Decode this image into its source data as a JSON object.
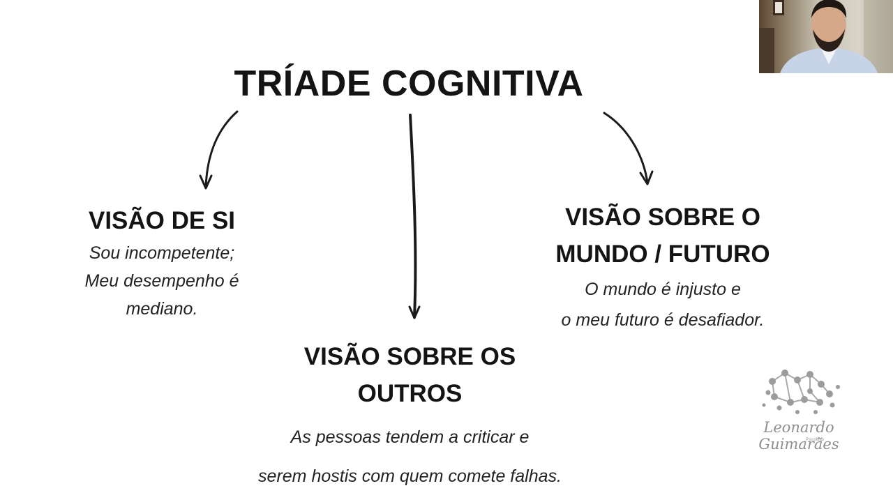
{
  "slide": {
    "title": "TRÍADE COGNITIVA",
    "nodes": {
      "self": {
        "heading": "VISÃO DE SI",
        "lines": [
          "Sou incompetente;",
          "Meu desempenho é",
          "mediano."
        ]
      },
      "world": {
        "heading_lines": [
          "VISÃO SOBRE O",
          "MUNDO / FUTURO"
        ],
        "lines": [
          "O mundo é injusto e",
          "o meu futuro é desafiador."
        ]
      },
      "others": {
        "heading_lines": [
          "VISÃO SOBRE OS",
          "OUTROS"
        ],
        "lines": [
          "As pessoas tendem a criticar e",
          "serem hostis com quem comete falhas."
        ]
      }
    }
  },
  "logo": {
    "name": "Leonardo Guimarães",
    "tagline": "Psicólogo"
  },
  "webcam": {
    "present": true
  }
}
